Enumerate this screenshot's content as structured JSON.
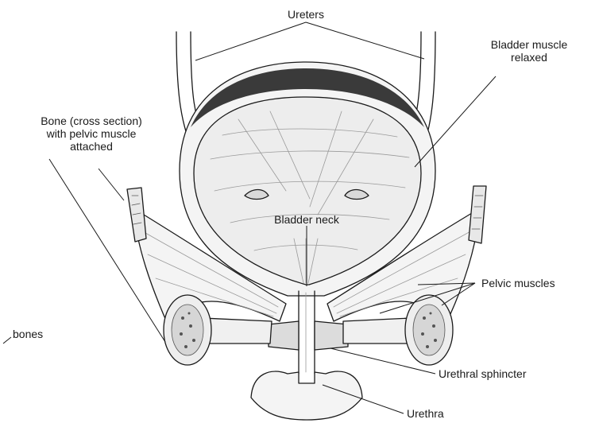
{
  "labels": {
    "ureters": "Ureters",
    "bladder_muscle_relaxed": [
      "Bladder muscle",
      "relaxed"
    ],
    "bone_cross_section": [
      "Bone (cross section)",
      "with pelvic muscle",
      "attached"
    ],
    "bladder_neck": "Bladder neck",
    "pelvic_muscles": "Pelvic muscles",
    "bones": "bones",
    "urethral_sphincter": "Urethral sphincter",
    "urethra": "Urethra"
  },
  "colors": {
    "line": "#1a1a1a",
    "tissue_fill": "#f4f4f4",
    "bladder_fill": "#ededed",
    "shading": "#9a9a9a"
  }
}
